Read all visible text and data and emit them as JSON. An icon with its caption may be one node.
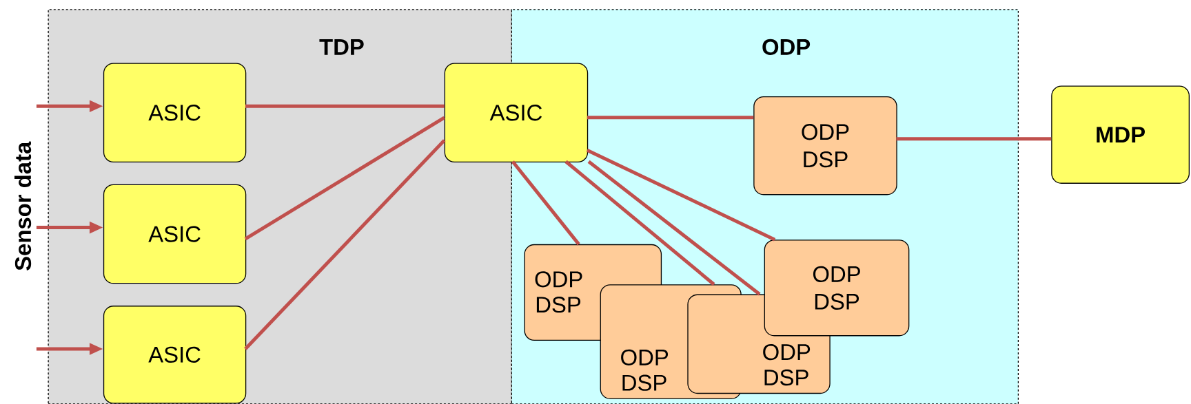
{
  "diagram": {
    "nodes": [
      {
        "text": [
          "TDP"
        ]
      },
      {
        "text": [
          "ODP"
        ]
      },
      {
        "text": [
          "ASIC"
        ],
        "in": 0
      },
      {
        "text": [
          "ASIC"
        ],
        "in": 0
      },
      {
        "text": [
          "ASIC"
        ],
        "in": 0
      },
      {
        "text": [
          "ASIC"
        ]
      },
      {
        "text": [
          "ODP DSP"
        ],
        "in": 1
      },
      {
        "text": [
          "ODP DSP"
        ],
        "in": 1
      },
      {
        "text": [
          "ODP DSP"
        ],
        "in": 1
      },
      {
        "text": [
          "ODP DSP"
        ],
        "in": 1
      },
      {
        "text": [
          "ODP DSP"
        ],
        "in": 1
      },
      {
        "text": [
          "MDP"
        ]
      },
      {
        "text": [
          "Sensor data"
        ]
      }
    ],
    "edges": [
      {
        "from": 12,
        "to": 2,
        "arrow": "to"
      },
      {
        "from": 12,
        "to": 3,
        "arrow": "to"
      },
      {
        "from": 12,
        "to": 4,
        "arrow": "to"
      },
      {
        "from": 2,
        "to": 5,
        "arrow": "none"
      },
      {
        "from": 3,
        "to": 5,
        "arrow": "none"
      },
      {
        "from": 4,
        "to": 5,
        "arrow": "none"
      },
      {
        "from": 5,
        "to": 6,
        "arrow": "none"
      },
      {
        "from": 6,
        "to": 11,
        "arrow": "none"
      },
      {
        "from": 5,
        "to": 7,
        "arrow": "none"
      },
      {
        "from": 5,
        "to": 8,
        "arrow": "none"
      },
      {
        "from": 5,
        "to": 9,
        "arrow": "none"
      },
      {
        "from": 5,
        "to": 10,
        "arrow": "none"
      }
    ]
  }
}
